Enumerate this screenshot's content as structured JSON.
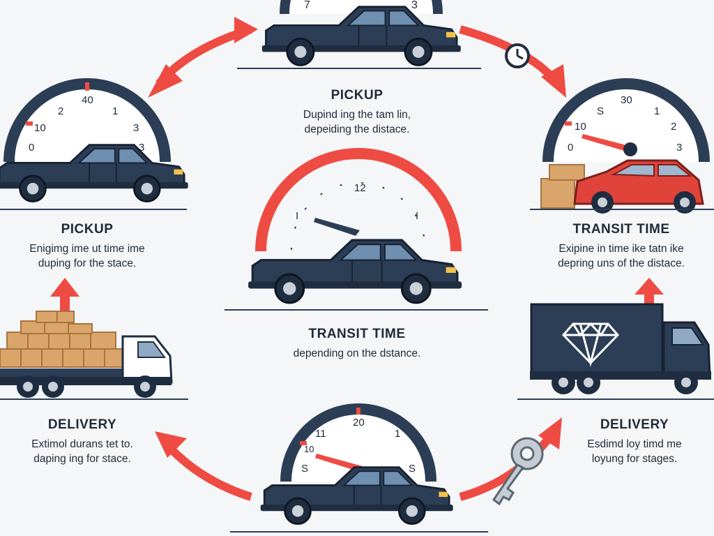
{
  "colors": {
    "navy": "#2c3e55",
    "navy_dark": "#1f2d40",
    "red": "#ee4b43",
    "box": "#d9a56b",
    "background": "#f4f6f8",
    "gauge_face": "#ffffff",
    "red_car": "#e0433a"
  },
  "icons": [
    "pickup-truck-icon",
    "red-hatchback-icon",
    "box-truck-icon",
    "flatbed-truck-icon",
    "gauge-icon",
    "clock-icon",
    "key-icon",
    "diamond-icon",
    "cargo-box-icon",
    "arrow-icon"
  ],
  "gauges": {
    "top": {
      "labels": [
        "7",
        "3"
      ]
    },
    "left": {
      "labels": [
        "2",
        "40",
        "1",
        "10",
        "3",
        "0",
        "3"
      ]
    },
    "right": {
      "labels": [
        "S",
        "30",
        "1",
        "10",
        "2",
        "0",
        "3"
      ]
    },
    "center": {
      "labels": [
        "12",
        "I",
        "I"
      ]
    },
    "bottom": {
      "labels": [
        "11",
        "20",
        "1",
        "10",
        "S",
        "S"
      ]
    }
  },
  "labels": {
    "top": {
      "title": "PICKUP",
      "line1": "Dupind ing the tam lin,",
      "line2": "depeiding the distace."
    },
    "left": {
      "title": "PICKUP",
      "line1": "Enigimg ime ut time ime",
      "line2": "duping for the stace."
    },
    "right": {
      "title": "TRANSIT TIME",
      "line1": "Exipine in time ike tatn ike",
      "line2": "depring uns of the distace."
    },
    "center": {
      "title": "TRANSIT TIME",
      "line1": "depending on the dstance.",
      "line2": ""
    },
    "bottom_left": {
      "title": "DELIVERY",
      "line1": "Extimol durans tet to.",
      "line2": "daping ing for stace."
    },
    "bottom_right": {
      "title": "DELIVERY",
      "line1": "Esdimd loy timd me",
      "line2": "loyung for stages."
    }
  }
}
